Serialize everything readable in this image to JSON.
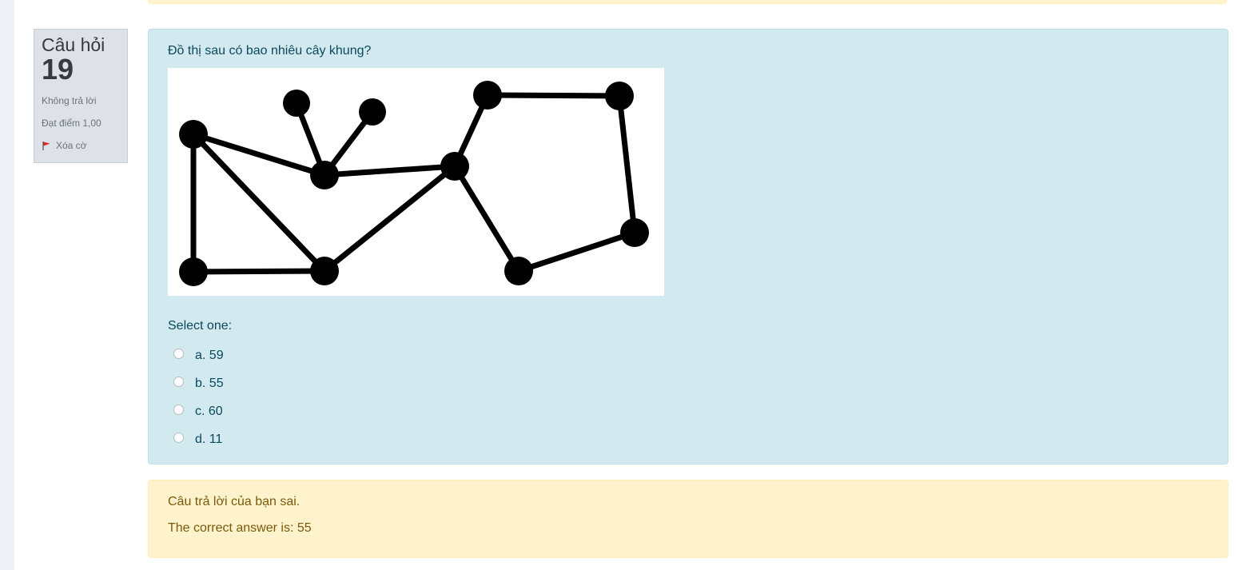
{
  "question": {
    "title": "Câu hỏi",
    "number": "19",
    "state": "Không trả lời",
    "grade": "Đạt điểm 1,00",
    "flag_label": "Xóa cờ",
    "text": "Đồ thị sau có bao nhiêu cây khung?",
    "prompt": "Select one:",
    "options": [
      {
        "label": "a. 59"
      },
      {
        "label": "b. 55"
      },
      {
        "label": "c. 60"
      },
      {
        "label": "d. 11"
      }
    ]
  },
  "feedback": {
    "result": "Câu trả lời của bạn sai.",
    "correct_answer": "The correct answer is: 55"
  },
  "colors": {
    "info_bg": "#dee2e6",
    "formulation_bg": "#d1e9ef",
    "feedback_bg": "#fff3cd",
    "flag_red": "#d9262c"
  },
  "icons": {
    "flag": "flag-icon",
    "graph": "graph-diagram"
  }
}
